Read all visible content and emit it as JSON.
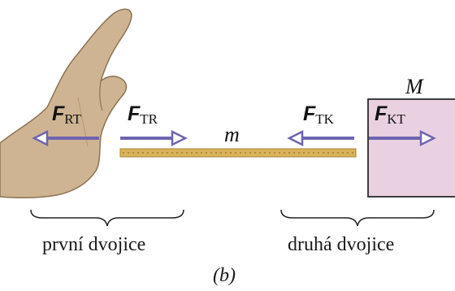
{
  "figure": {
    "part_label": "(b)",
    "mass_rope": "m",
    "mass_block": "M"
  },
  "forces": [
    {
      "id": "RT",
      "letter": "F",
      "subscript": "RT",
      "direction": "left"
    },
    {
      "id": "TR",
      "letter": "F",
      "subscript": "TR",
      "direction": "right"
    },
    {
      "id": "TK",
      "letter": "F",
      "subscript": "TK",
      "direction": "left"
    },
    {
      "id": "KT",
      "letter": "F",
      "subscript": "KT",
      "direction": "right"
    }
  ],
  "groups": {
    "first": "první dvojice",
    "second": "druhá dvojice"
  },
  "colors": {
    "arrow": "#6e64b0",
    "rope": "#d9b25a",
    "block_fill": "#ead1e2",
    "block_edge": "#2b2b2b",
    "hand": "#cfb493"
  }
}
